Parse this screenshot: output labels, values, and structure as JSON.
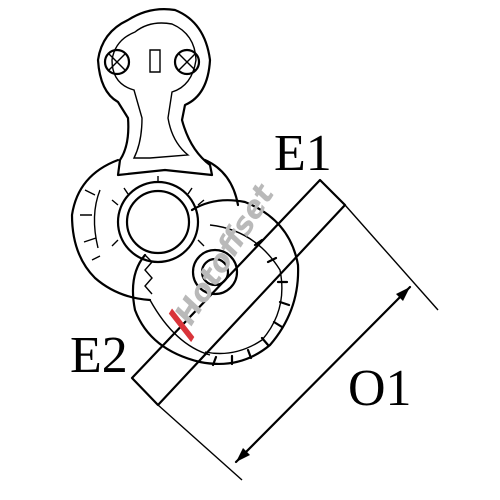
{
  "labels": {
    "e1": "E1",
    "e2": "E2",
    "o1": "O1"
  },
  "watermark": {
    "text": "Hotoffset",
    "color": "#b9b9b9",
    "accent_color": "#d9343a"
  },
  "colors": {
    "line": "#000000",
    "background": "#ffffff"
  }
}
